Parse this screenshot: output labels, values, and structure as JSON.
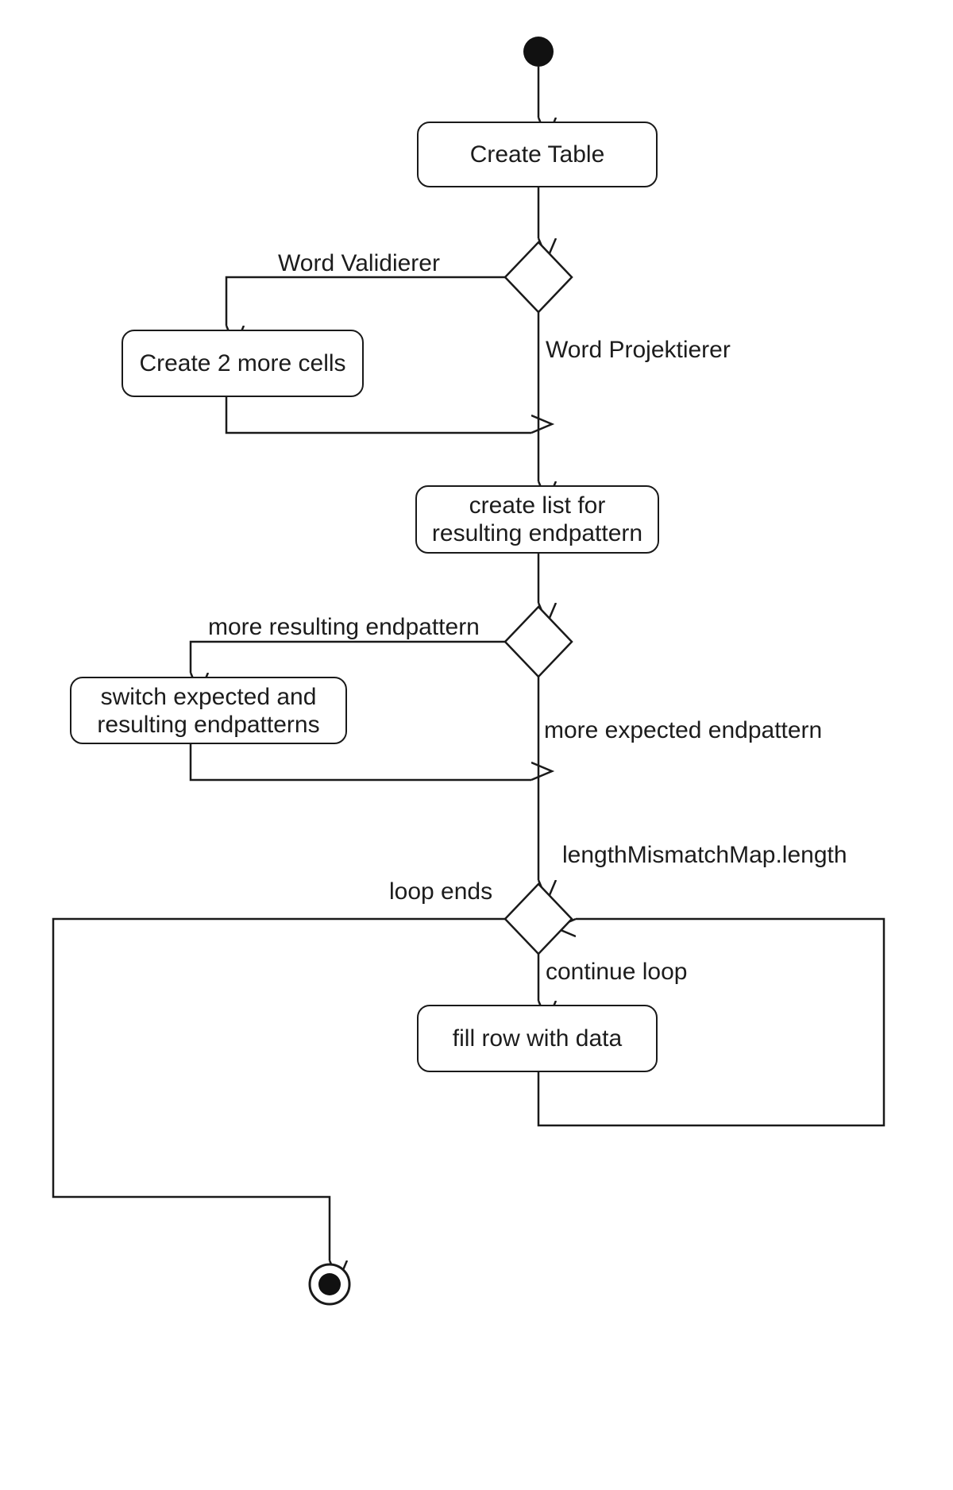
{
  "diagram": {
    "kind": "uml-activity-diagram",
    "background": "#ffffff",
    "stroke_color": "#1a1a1a",
    "nodes": {
      "create_table": {
        "label": "Create Table"
      },
      "create_cells": {
        "label": "Create 2 more cells"
      },
      "create_list": {
        "line1": "create list for",
        "line2": "resulting endpattern"
      },
      "switch_patterns": {
        "line1": "switch expected and",
        "line2": "resulting endpatterns"
      },
      "fill_row": {
        "label": "fill row with data"
      }
    },
    "edge_labels": {
      "word_validierer": "Word Validierer",
      "word_projektierer": "Word Projektierer",
      "more_resulting": "more resulting endpattern",
      "more_expected": "more expected endpattern",
      "length_mismatch": "lengthMismatchMap.length",
      "loop_ends": "loop ends",
      "continue_loop": "continue loop"
    }
  }
}
